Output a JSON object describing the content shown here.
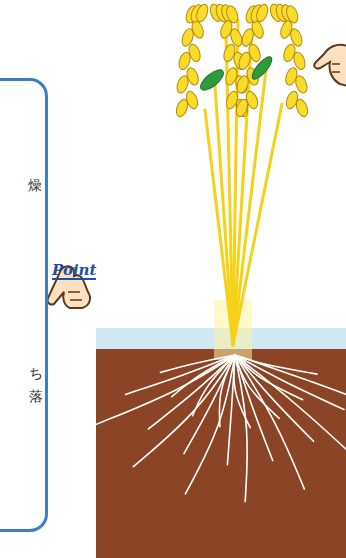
{
  "diagram": {
    "nodes": [
      {
        "text": [
          "燥",
          "ち 落"
        ]
      }
    ],
    "labels": [
      "Point"
    ]
  }
}
